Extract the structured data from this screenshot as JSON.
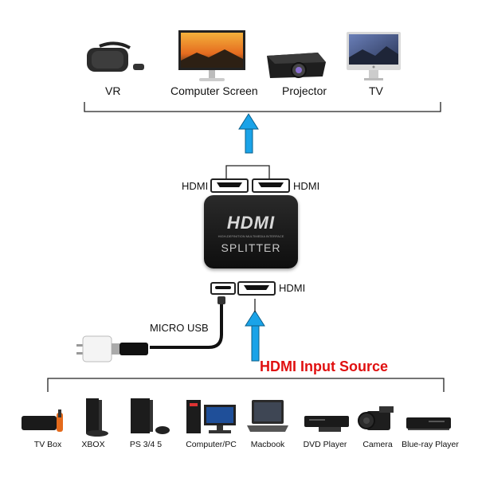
{
  "outputs": {
    "vr": "VR",
    "computer_screen": "Computer Screen",
    "projector": "Projector",
    "tv": "TV"
  },
  "splitter": {
    "brand": "HDMI",
    "label": "SPLITTER",
    "fine_print": "HIGH-DEFINITION   MULTIMEDIA   INTERFACE"
  },
  "ports": {
    "out_left": "HDMI",
    "out_right": "HDMI",
    "in": "HDMI"
  },
  "power": {
    "label": "MICRO USB"
  },
  "input_source": {
    "title": "HDMI Input Source",
    "color": "#e01010"
  },
  "sources": {
    "tv_box": "TV Box",
    "xbox": "XBOX",
    "ps": "PS 3/4 5",
    "pc": "Computer/PC",
    "macbook": "Macbook",
    "dvd": "DVD Player",
    "camera": "Camera",
    "bluray": "Blue-ray Player"
  },
  "colors": {
    "arrow": "#1aa3e8",
    "line": "#222222"
  }
}
